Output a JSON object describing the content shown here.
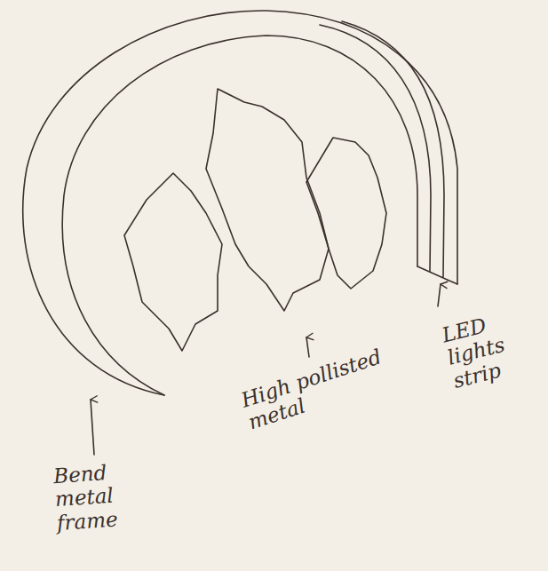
{
  "diagram": {
    "labels": [
      "Bend metal frame",
      "High pollisted metal",
      "LED lights strip"
    ]
  }
}
